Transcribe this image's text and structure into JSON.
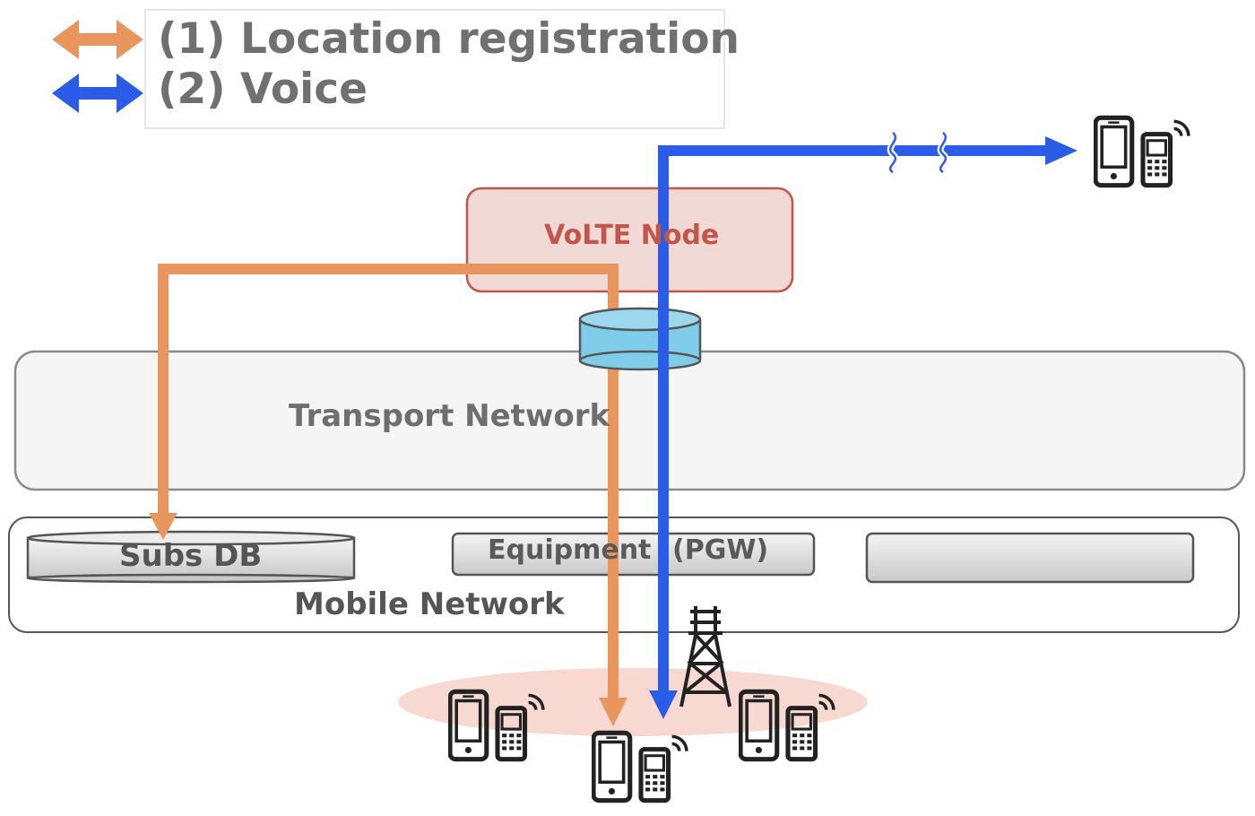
{
  "legend": {
    "items": [
      {
        "label": "(1) Location registration",
        "color": "#e8965d"
      },
      {
        "label": "(2) Voice",
        "color": "#2a5ce8"
      }
    ]
  },
  "nodes": {
    "volte": "VoLTE Node",
    "transport": "Transport Network",
    "mobile": "Mobile Network",
    "subs_db": "Subs DB",
    "equipment_left": "Equipment",
    "equipment_right": "(PGW)"
  },
  "colors": {
    "orange": "#e8965d",
    "blue": "#2a5ce8",
    "volte_fill": "#f1d9d6",
    "volte_stroke": "#c3554a",
    "cylinder": "#7fcde8",
    "coverage": "#f7d9d2"
  },
  "icons": [
    "tower-icon",
    "phone-pair-icon",
    "wavy-break-icon"
  ]
}
